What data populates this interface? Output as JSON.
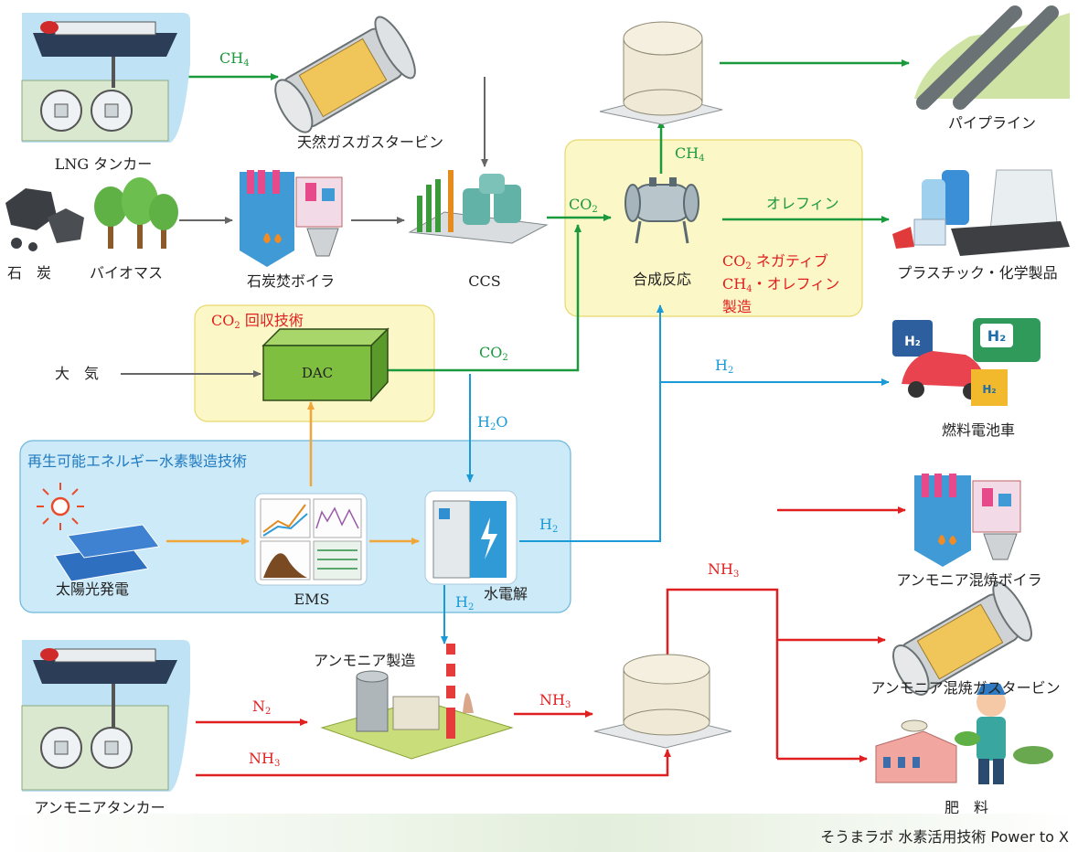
{
  "colors": {
    "ch4_co2_line": "#1a9a3c",
    "h2_line": "#1a9ad6",
    "nh3_line": "#e02020",
    "supply_line": "#f0a63a",
    "gray_line": "#666666",
    "co2_box": "#fbf7c6",
    "renewable_box": "#cdeaf8",
    "dac_box": "#7fbf3f"
  },
  "nodes": {
    "lng_tanker": "LNG タンカー",
    "gas_turbine": "天然ガスガスタービン",
    "coal": "石　炭",
    "biomass": "バイオマス",
    "coal_boiler": "石炭焚ボイラ",
    "ccs": "CCS",
    "synthesis": "合成反応",
    "pipeline": "パイプライン",
    "plastics": "プラスチック・化学製品",
    "air": "大　気",
    "dac": "DAC",
    "fcv": "燃料電池車",
    "solar": "太陽光発電",
    "ems": "EMS",
    "electrolysis": "水電解",
    "ammonia_plant": "アンモニア製造",
    "ammonia_tanker": "アンモニアタンカー",
    "ammonia_boiler": "アンモニア混焼ボイラ",
    "ammonia_turbine": "アンモニア混焼ガスタービン",
    "fertilizer": "肥　料"
  },
  "groups": {
    "co2_capture": {
      "prefix": "CO",
      "sub": "2",
      "rest": " 回収技術"
    },
    "renewable_h2": "再生可能エネルギー水素製造技術"
  },
  "note": {
    "line1_a": "CO",
    "line1_sub": "2",
    "line1_b": " ネガティブ",
    "line2_a": "CH",
    "line2_sub": "4",
    "line2_b": "・オレフィン",
    "line3": "製造"
  },
  "flows": {
    "ch4_top": {
      "base": "CH",
      "sub": "4"
    },
    "ch4_synth": {
      "base": "CH",
      "sub": "4"
    },
    "co2_ccs": {
      "base": "CO",
      "sub": "2"
    },
    "co2_dac": {
      "base": "CO",
      "sub": "2"
    },
    "olefin": "オレフィン",
    "h2_fcv": {
      "base": "H",
      "sub": "2"
    },
    "h2o": {
      "base": "H",
      "sub": "2",
      "rest": "O"
    },
    "h2_electro": {
      "base": "H",
      "sub": "2"
    },
    "h2_down": {
      "base": "H",
      "sub": "2"
    },
    "nh3_split": {
      "base": "NH",
      "sub": "3"
    },
    "n2": {
      "base": "N",
      "sub": "2"
    },
    "nh3_plant": {
      "base": "NH",
      "sub": "3"
    },
    "nh3_tanker": {
      "base": "NH",
      "sub": "3"
    }
  },
  "footer": "そうまラボ 水素活用技術 Power to X"
}
